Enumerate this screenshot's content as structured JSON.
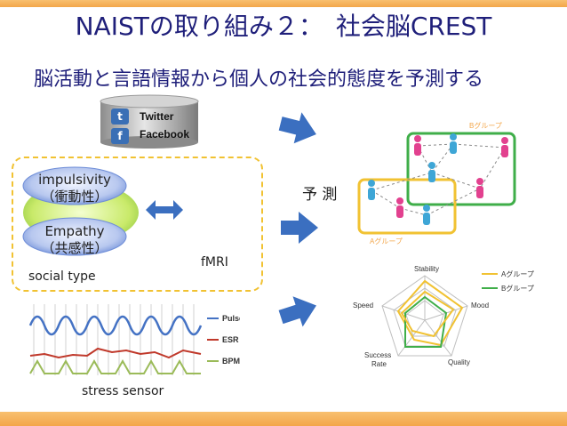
{
  "title": "NAISTの取り組み２：　社会脳CREST",
  "subtitle": "脳活動と言語情報から個人の社会的態度を予測する",
  "database": {
    "line1": "Twitter",
    "line2": "Facebook"
  },
  "traits": {
    "impulsivity_en": "impulsivity",
    "impulsivity_jp": "（衝動性）",
    "empathy_en": "Empathy",
    "empathy_jp": "（共感性）"
  },
  "social_type_label": "social type",
  "fmri_label": "fMRI",
  "stress_sensor_label": "stress sensor",
  "stress_legend": [
    "Pulse",
    "ESR",
    "BPM"
  ],
  "prediction_label": "予 測",
  "groups": {
    "a": "Aグループ",
    "b": "Bグループ"
  },
  "radar": {
    "axes": [
      "Stability",
      "Mood",
      "Quality",
      "Success Rate",
      "Speed"
    ],
    "legend": [
      "Aグループ",
      "Bグループ"
    ]
  },
  "colors": {
    "title": "#1f1f7a",
    "band": "#f3a64a",
    "arrow": "#3b6fc0",
    "group_a": "#f1c232",
    "group_b": "#3fae49",
    "pulse": "#4472c4",
    "esr": "#c0392b",
    "bpm": "#9bbb59"
  }
}
